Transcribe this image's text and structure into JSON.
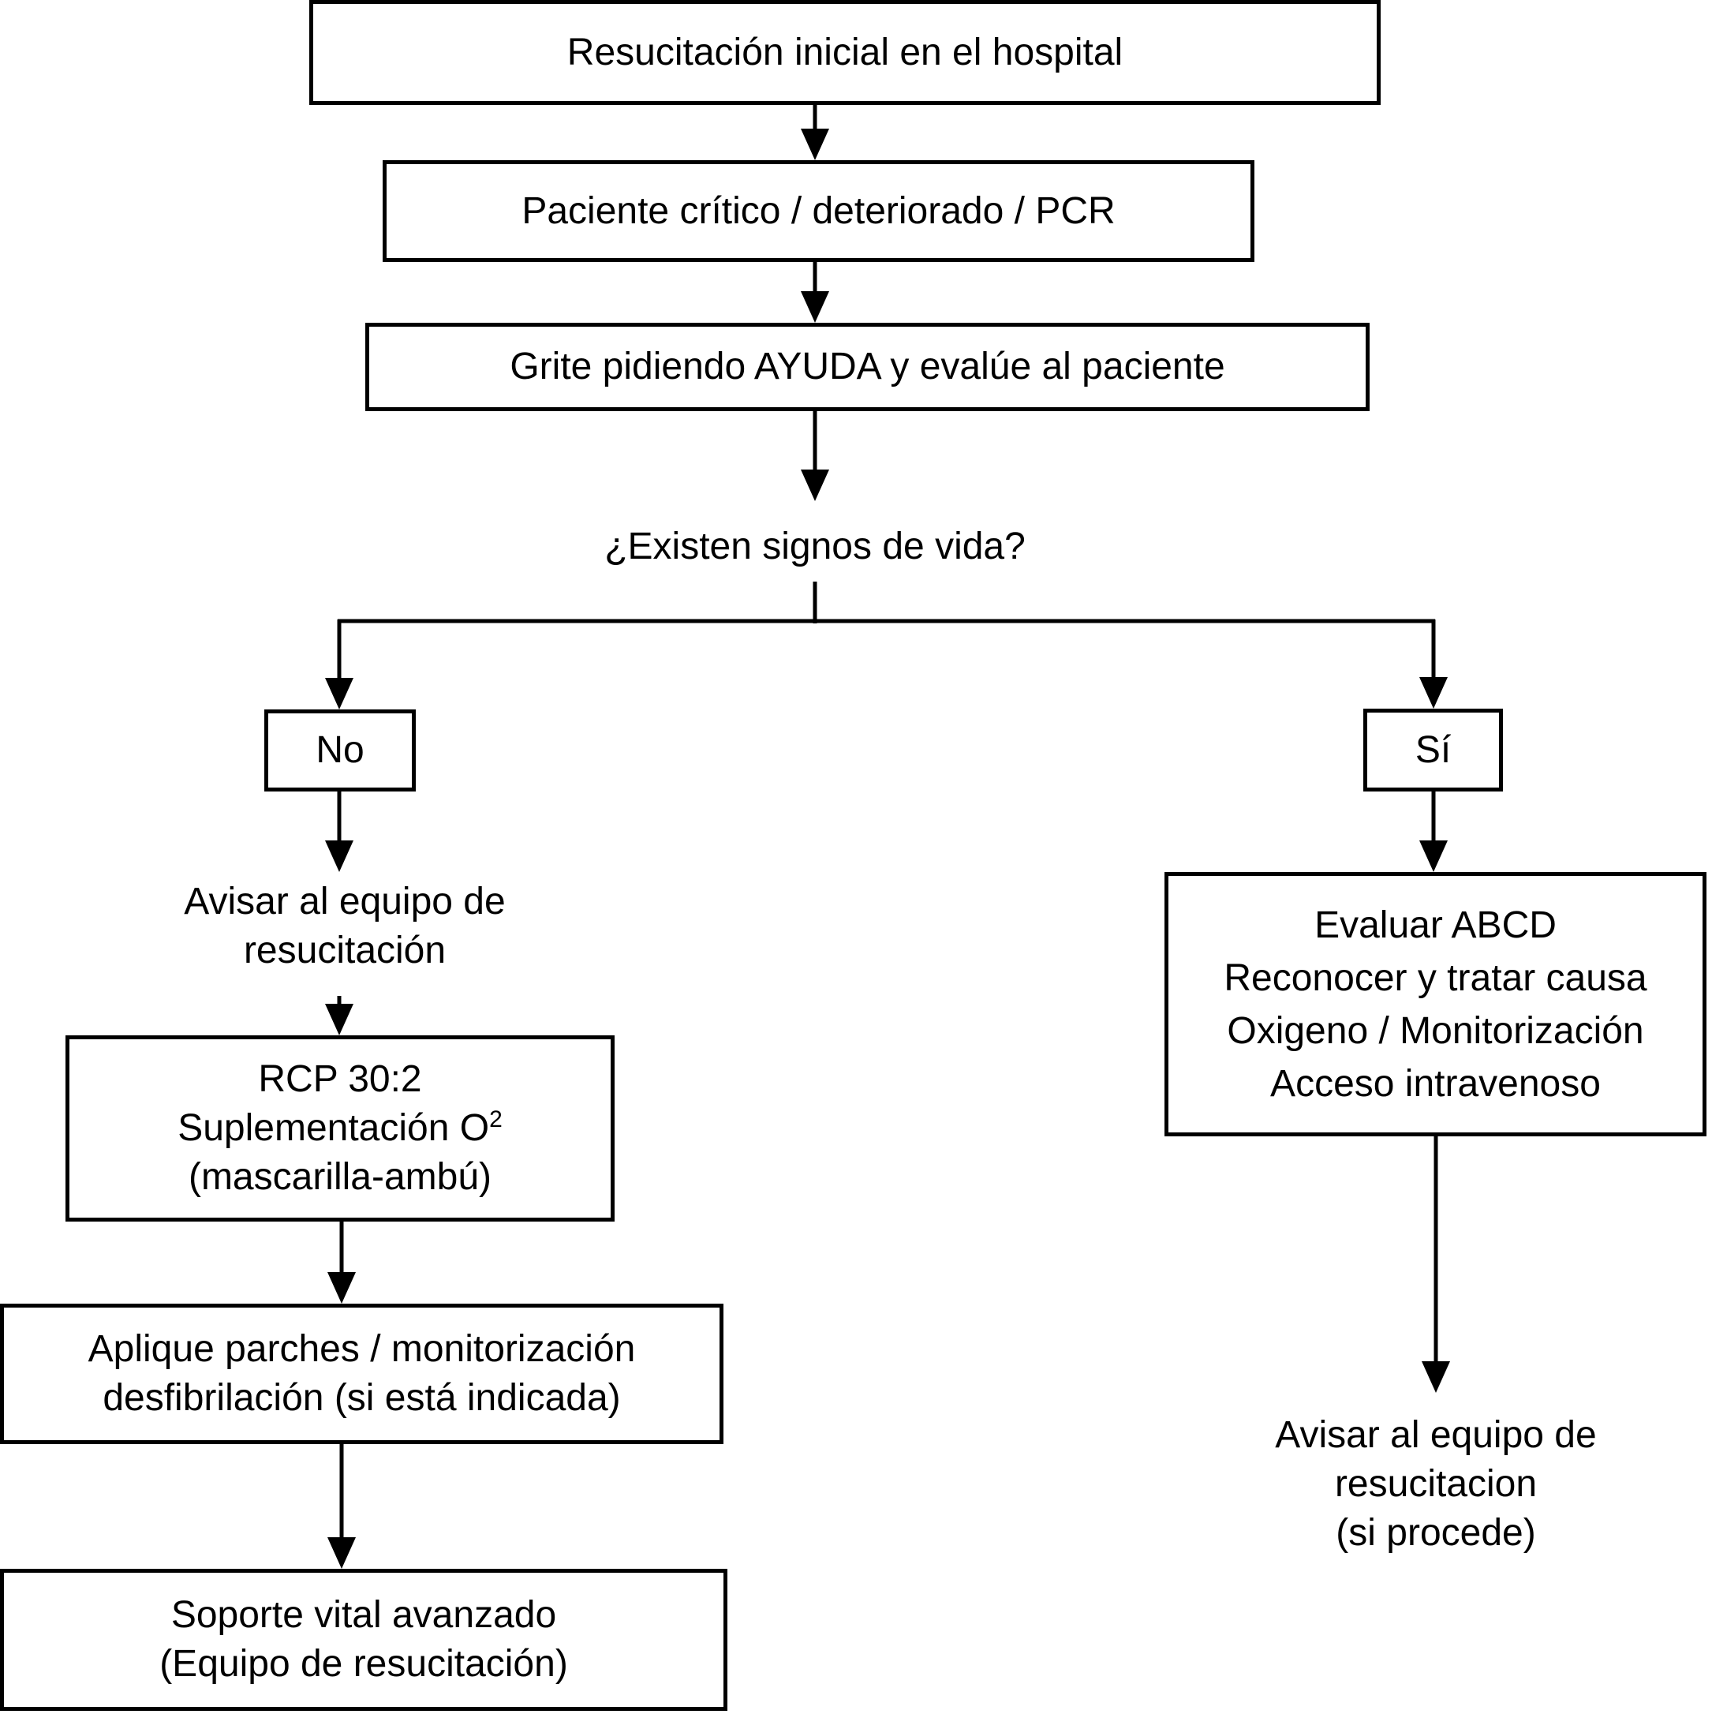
{
  "nodes": {
    "initial": "Resucitación inicial en el hospital",
    "patient": "Paciente crítico / deteriorado / PCR",
    "shout": "Grite pidiendo AYUDA y evalúe al paciente",
    "question": "¿Existen signos de vida?",
    "no": "No",
    "yes": "Sí",
    "notify_left": {
      "line1": "Avisar al equipo de",
      "line2": "resucitación"
    },
    "rcp": {
      "line1": "RCP 30:2",
      "line2_prefix": "Suplementación O",
      "line2_sup": "2",
      "line3": "(mascarilla-ambú)"
    },
    "patches": {
      "line1": "Aplique parches / monitorización",
      "line2": "desfibrilación (si está indicada)"
    },
    "als": {
      "line1": "Soporte vital avanzado",
      "line2": "(Equipo de resucitación)"
    },
    "abcd": {
      "line1": "Evaluar ABCD",
      "line2": "Reconocer y tratar causa",
      "line3": "Oxigeno / Monitorización",
      "line4": "Acceso intravenoso"
    },
    "notify_right": {
      "line1": "Avisar al equipo de",
      "line2": "resucitacion",
      "line3": "(si procede)"
    }
  },
  "colors": {
    "background": "#ffffff",
    "line": "#000000",
    "box_border": "#000000",
    "text": "#000000"
  }
}
